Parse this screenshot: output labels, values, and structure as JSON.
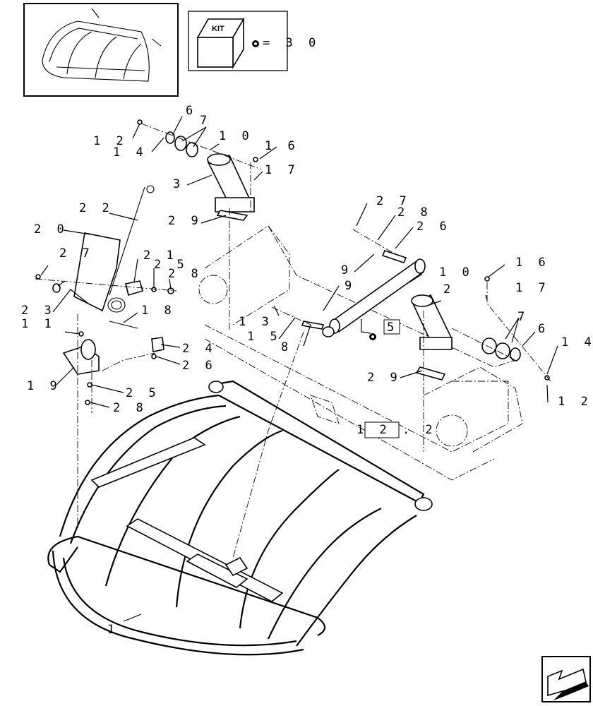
{
  "kit_legend": {
    "kit_label": "KIT",
    "kit_ref": "= 3 0"
  },
  "callouts": {
    "c1": "1",
    "c2": "2",
    "c3": "3",
    "c6a": "6",
    "c6b": "6",
    "c7a": "7",
    "c7b": "7",
    "c8": "8",
    "c9a": "9",
    "c9b": "9",
    "c10a": "1 0",
    "c10b": "1 0",
    "c11": "1 1",
    "c12a": "1 2",
    "c12b": "1 2",
    "c13": "1 3",
    "c14a": "1 4",
    "c14b": "1 4",
    "c15": "1 5",
    "c16a": "1 6",
    "c16b": "1 6",
    "c17a": "1 7",
    "c17b": "1 7",
    "c18": "1 8",
    "c19": "1 9",
    "c20": "2 0",
    "c21": "2 1",
    "c22": "2 2",
    "c23": "2 3",
    "c24": "2 4",
    "c25a": "2 5",
    "c25b": "2 5",
    "c26a": "2 6",
    "c26b": "2 6",
    "c27a": "2 7",
    "c27b": "2 7",
    "c28a": "2 8",
    "c28b": "2 8",
    "c28c": "2 8",
    "c29a": "2 9",
    "c29b": "2 9"
  },
  "reference_boxes": {
    "ref_5": "5",
    "ref_12_2": "1 2 . 2"
  },
  "icons": [
    "kit-cube-icon",
    "kit-bullet-icon",
    "navigation-arrow-icon",
    "thumbnail-assembly-icon"
  ]
}
